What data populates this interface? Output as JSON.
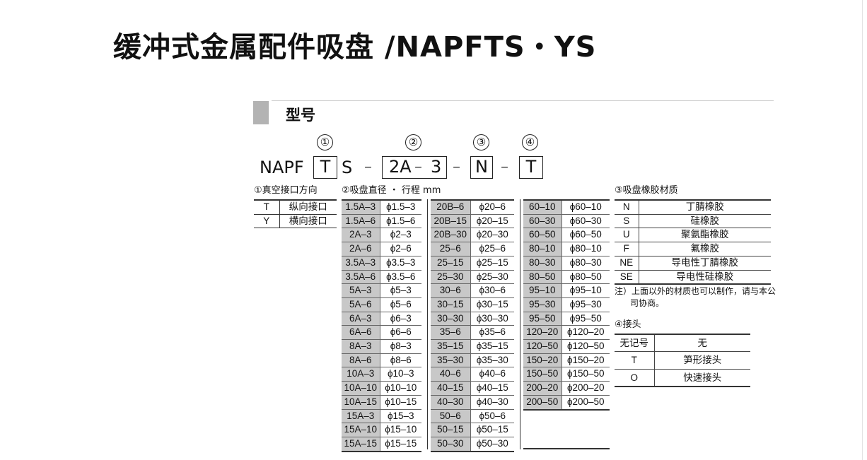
{
  "title": "缓冲式金属配件吸盘 /NAPFTS・YS",
  "section_title": "型号",
  "model": {
    "markers": [
      "①",
      "②",
      "③",
      "④"
    ],
    "prefix": "NAPF",
    "box1": "T",
    "fixed": "S",
    "box2_a": "2A",
    "box2_b": "3",
    "box3": "N",
    "box4": "T",
    "dash": "–"
  },
  "port_direction": {
    "label": "①真空接口方向",
    "rows": [
      {
        "code": "T",
        "name": "纵向接口"
      },
      {
        "code": "Y",
        "name": "横向接口"
      }
    ]
  },
  "pad_size": {
    "label": "②吸盘直径 ・ 行程 mm",
    "col1": [
      [
        "1.5A–3",
        "ϕ1.5–3"
      ],
      [
        "1.5A–6",
        "ϕ1.5–6"
      ],
      [
        "2A–3",
        "ϕ2–3"
      ],
      [
        "2A–6",
        "ϕ2–6"
      ],
      [
        "3.5A–3",
        "ϕ3.5–3"
      ],
      [
        "3.5A–6",
        "ϕ3.5–6"
      ],
      [
        "5A–3",
        "ϕ5–3"
      ],
      [
        "5A–6",
        "ϕ5–6"
      ],
      [
        "6A–3",
        "ϕ6–3"
      ],
      [
        "6A–6",
        "ϕ6–6"
      ],
      [
        "8A–3",
        "ϕ8–3"
      ],
      [
        "8A–6",
        "ϕ8–6"
      ],
      [
        "10A–3",
        "ϕ10–3"
      ],
      [
        "10A–10",
        "ϕ10–10"
      ],
      [
        "10A–15",
        "ϕ10–15"
      ],
      [
        "15A–3",
        "ϕ15–3"
      ],
      [
        "15A–10",
        "ϕ15–10"
      ],
      [
        "15A–15",
        "ϕ15–15"
      ]
    ],
    "col2": [
      [
        "20B–6",
        "ϕ20–6"
      ],
      [
        "20B–15",
        "ϕ20–15"
      ],
      [
        "20B–30",
        "ϕ20–30"
      ],
      [
        "25–6",
        "ϕ25–6"
      ],
      [
        "25–15",
        "ϕ25–15"
      ],
      [
        "25–30",
        "ϕ25–30"
      ],
      [
        "30–6",
        "ϕ30–6"
      ],
      [
        "30–15",
        "ϕ30–15"
      ],
      [
        "30–30",
        "ϕ30–30"
      ],
      [
        "35–6",
        "ϕ35–6"
      ],
      [
        "35–15",
        "ϕ35–15"
      ],
      [
        "35–30",
        "ϕ35–30"
      ],
      [
        "40–6",
        "ϕ40–6"
      ],
      [
        "40–15",
        "ϕ40–15"
      ],
      [
        "40–30",
        "ϕ40–30"
      ],
      [
        "50–6",
        "ϕ50–6"
      ],
      [
        "50–15",
        "ϕ50–15"
      ],
      [
        "50–30",
        "ϕ50–30"
      ]
    ],
    "col3": [
      [
        "60–10",
        "ϕ60–10"
      ],
      [
        "60–30",
        "ϕ60–30"
      ],
      [
        "60–50",
        "ϕ60–50"
      ],
      [
        "80–10",
        "ϕ80–10"
      ],
      [
        "80–30",
        "ϕ80–30"
      ],
      [
        "80–50",
        "ϕ80–50"
      ],
      [
        "95–10",
        "ϕ95–10"
      ],
      [
        "95–30",
        "ϕ95–30"
      ],
      [
        "95–50",
        "ϕ95–50"
      ],
      [
        "120–20",
        "ϕ120–20"
      ],
      [
        "120–50",
        "ϕ120–50"
      ],
      [
        "150–20",
        "ϕ150–20"
      ],
      [
        "150–50",
        "ϕ150–50"
      ],
      [
        "200–20",
        "ϕ200–20"
      ],
      [
        "200–50",
        "ϕ200–50"
      ]
    ]
  },
  "rubber": {
    "label": "③吸盘橡胶材质",
    "rows": [
      {
        "code": "N",
        "name": "丁腈橡胶"
      },
      {
        "code": "S",
        "name": "硅橡胶"
      },
      {
        "code": "U",
        "name": "聚氨酯橡胶"
      },
      {
        "code": "F",
        "name": "氟橡胶"
      },
      {
        "code": "NE",
        "name": "导电性丁腈橡胶"
      },
      {
        "code": "SE",
        "name": "导电性硅橡胶"
      }
    ],
    "note_line1": "注）上面以外的材质也可以制作，请与本公",
    "note_line2": "司协商。"
  },
  "fitting": {
    "label": "④接头",
    "rows": [
      {
        "code": "无记号",
        "name": "无"
      },
      {
        "code": "T",
        "name": "笋形接头"
      },
      {
        "code": "O",
        "name": "快速接头"
      }
    ]
  }
}
